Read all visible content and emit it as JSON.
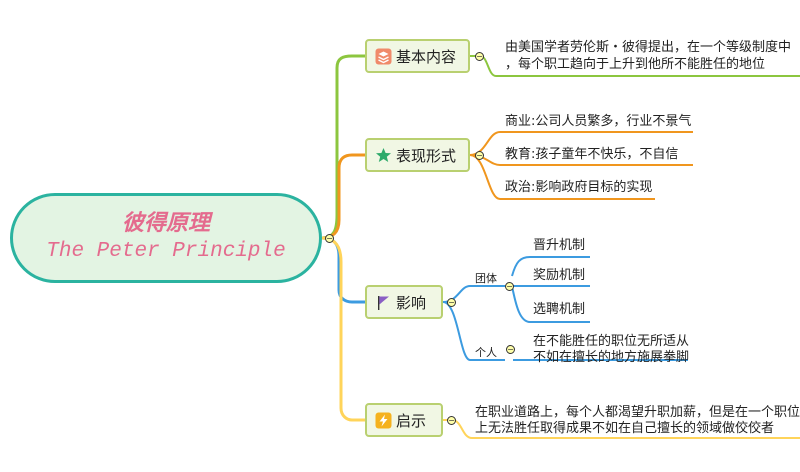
{
  "root": {
    "title_zh": "彼得原理",
    "title_en": "The Peter Principle"
  },
  "colors": {
    "root_border": "#2bb3a0",
    "root_fill": "#e3f4e3",
    "root_text": "#e46b8e",
    "branch_green": "#8cc63f",
    "branch_orange": "#f0961e",
    "branch_blue": "#3c9be0",
    "branch_yellow": "#ffd45a",
    "topic_border": "#b9d070",
    "topic_fill": "#f1f7e4"
  },
  "topics": {
    "basic": {
      "label": "基本内容",
      "icon": "layers-icon",
      "lines": [
        "由美国学者劳伦斯・彼得提出，在一个等级制度中",
        "，每个职工趋向于上升到他所不能胜任的地位"
      ]
    },
    "forms": {
      "label": "表现形式",
      "icon": "star-icon",
      "items": [
        "商业:公司人员繁多，行业不景气",
        "教育:孩子童年不快乐，不自信",
        "政治:影响政府目标的实现"
      ]
    },
    "influence": {
      "label": "影响",
      "icon": "flag-icon",
      "group_label": "团体",
      "group_items": [
        "晋升机制",
        "奖励机制",
        "选聘机制"
      ],
      "person_label": "个人",
      "person_lines": [
        "在不能胜任的职位无所适从",
        "不如在擅长的地方施展拳脚"
      ]
    },
    "inspiration": {
      "label": "启示",
      "icon": "lightning-icon",
      "lines": [
        "在职业道路上，每个人都渴望升职加薪，但是在一个职位",
        "上无法胜任取得成果不如在自己擅长的领域做佼佼者"
      ]
    }
  }
}
